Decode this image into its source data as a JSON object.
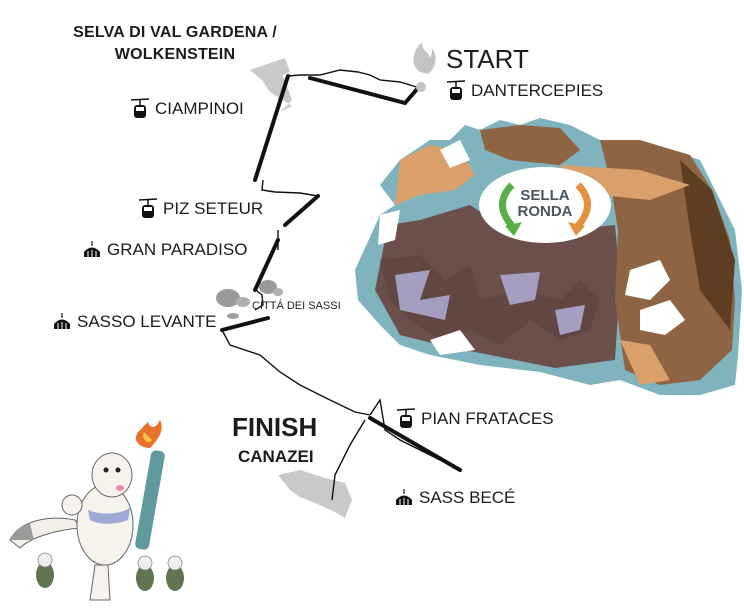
{
  "towns": {
    "start_town_line1": "SELVA DI VAL GARDENA /",
    "start_town_line2": "WOLKENSTEIN",
    "finish_label": "FINISH",
    "finish_town": "CANAZEI"
  },
  "start_label": "START",
  "stations": [
    {
      "name": "DANTERCEPIES",
      "lift_type": "gondola-icon"
    },
    {
      "name": "CIAMPINOI",
      "lift_type": "gondola-icon"
    },
    {
      "name": "PIZ SETEUR",
      "lift_type": "gondola-icon"
    },
    {
      "name": "GRAN PARADISO",
      "lift_type": "chairlift-icon"
    },
    {
      "name": "SASSO LEVANTE",
      "lift_type": "chairlift-icon"
    },
    {
      "name": "PIAN FRATACES",
      "lift_type": "gondola-icon"
    },
    {
      "name": "SASS BECÉ",
      "lift_type": "chairlift-icon"
    }
  ],
  "landmark": "CITTÁ DEI SASSI",
  "logo": {
    "line1": "SELLA",
    "line2": "RONDA"
  },
  "colors": {
    "route": "#111111",
    "town_area": "#c8c8c8",
    "logo_green": "#5aae46",
    "logo_orange": "#e2913f",
    "rock_dark": "#6b4f4a",
    "rock_brown": "#8e6442",
    "rock_light": "#d9a06c",
    "ice": "#7fb3bd",
    "shadow_purple": "#a49fc0",
    "flame_grey": "#c4c4c4"
  },
  "icons": {
    "start": "flame-icon",
    "mascot": "ermine-torch-mascot"
  }
}
